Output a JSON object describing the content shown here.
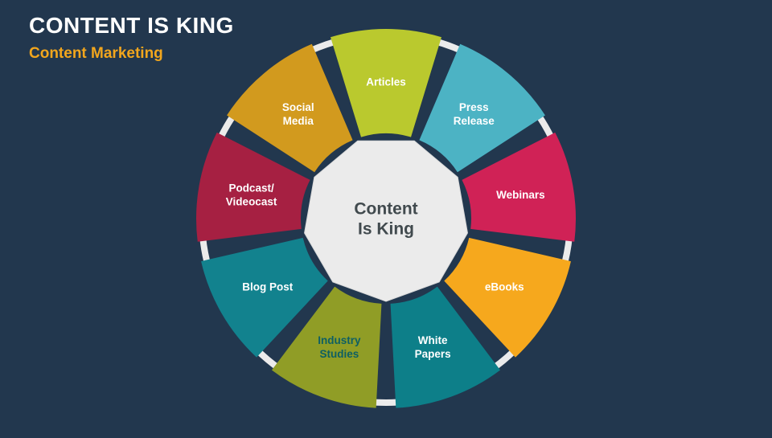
{
  "slide": {
    "title": "CONTENT IS KING",
    "subtitle": "Content Marketing",
    "background_color": "#22374e",
    "title_color": "#ffffff",
    "subtitle_color": "#f2a61d"
  },
  "diagram": {
    "center_label_lines": [
      "Content",
      "Is King"
    ],
    "center_fill": "#ebebeb",
    "center_edge_color": "#d9d9d9",
    "center_text_color": "#414a4e",
    "ring_color": "#ebebeb",
    "segments": [
      {
        "label": "Articles",
        "lines": [
          "Articles"
        ],
        "color": "#bac92e",
        "label_color": "#ffffff"
      },
      {
        "label": "Press Release",
        "lines": [
          "Press",
          "Release"
        ],
        "color": "#4cb3c4",
        "label_color": "#ffffff"
      },
      {
        "label": "Webinars",
        "lines": [
          "Webinars"
        ],
        "color": "#d02256",
        "label_color": "#ffffff"
      },
      {
        "label": "eBooks",
        "lines": [
          "eBooks"
        ],
        "color": "#f6a81d",
        "label_color": "#ffffff"
      },
      {
        "label": "White Papers",
        "lines": [
          "White",
          "Papers"
        ],
        "color": "#0d7f89",
        "label_color": "#ffffff"
      },
      {
        "label": "Industry Studies",
        "lines": [
          "Industry",
          "Studies"
        ],
        "color": "#909d26",
        "label_color": "#0e5f63"
      },
      {
        "label": "Blog Post",
        "lines": [
          "Blog Post"
        ],
        "color": "#12828e",
        "label_color": "#ffffff"
      },
      {
        "label": "Podcast/Videocast",
        "lines": [
          "Podcast/",
          "Videocast"
        ],
        "color": "#a62042",
        "label_color": "#ffffff"
      },
      {
        "label": "Social Media",
        "lines": [
          "Social",
          "Media"
        ],
        "color": "#d29a1e",
        "label_color": "#ffffff"
      }
    ]
  }
}
